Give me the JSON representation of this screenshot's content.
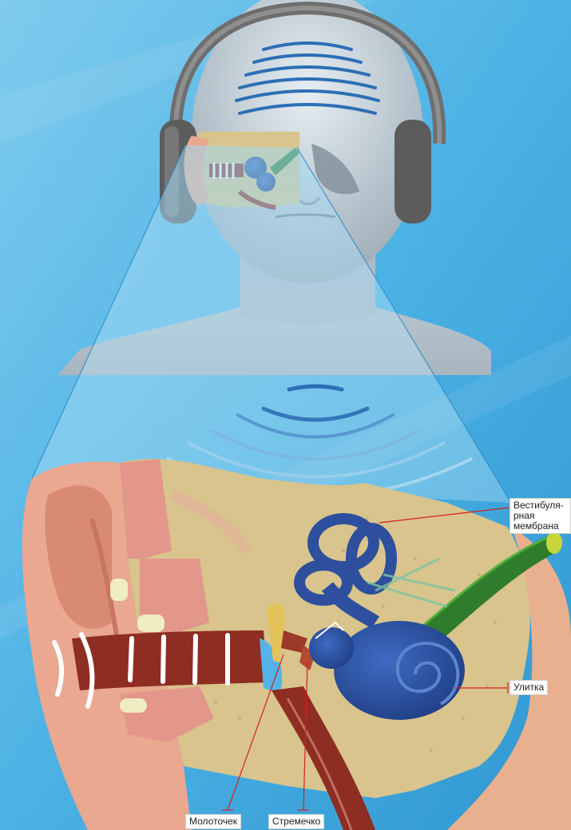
{
  "labels": {
    "vestibular_membrane": "Вестибуля-\nрная\nмембрана",
    "cochlea": "Улитка",
    "malleus": "Молоточек",
    "stapes": "Стремечко"
  },
  "colors": {
    "background": "#4cb2e4",
    "head": "#b9c6cf",
    "headphones": "#6e6e6e",
    "skin": "#e9a88f",
    "bone": "#d8c48c",
    "inner_ear": "#2d4f9e",
    "nerve": "#2f7d2c",
    "canal": "#8e2d22",
    "callout_line": "#d42020"
  }
}
